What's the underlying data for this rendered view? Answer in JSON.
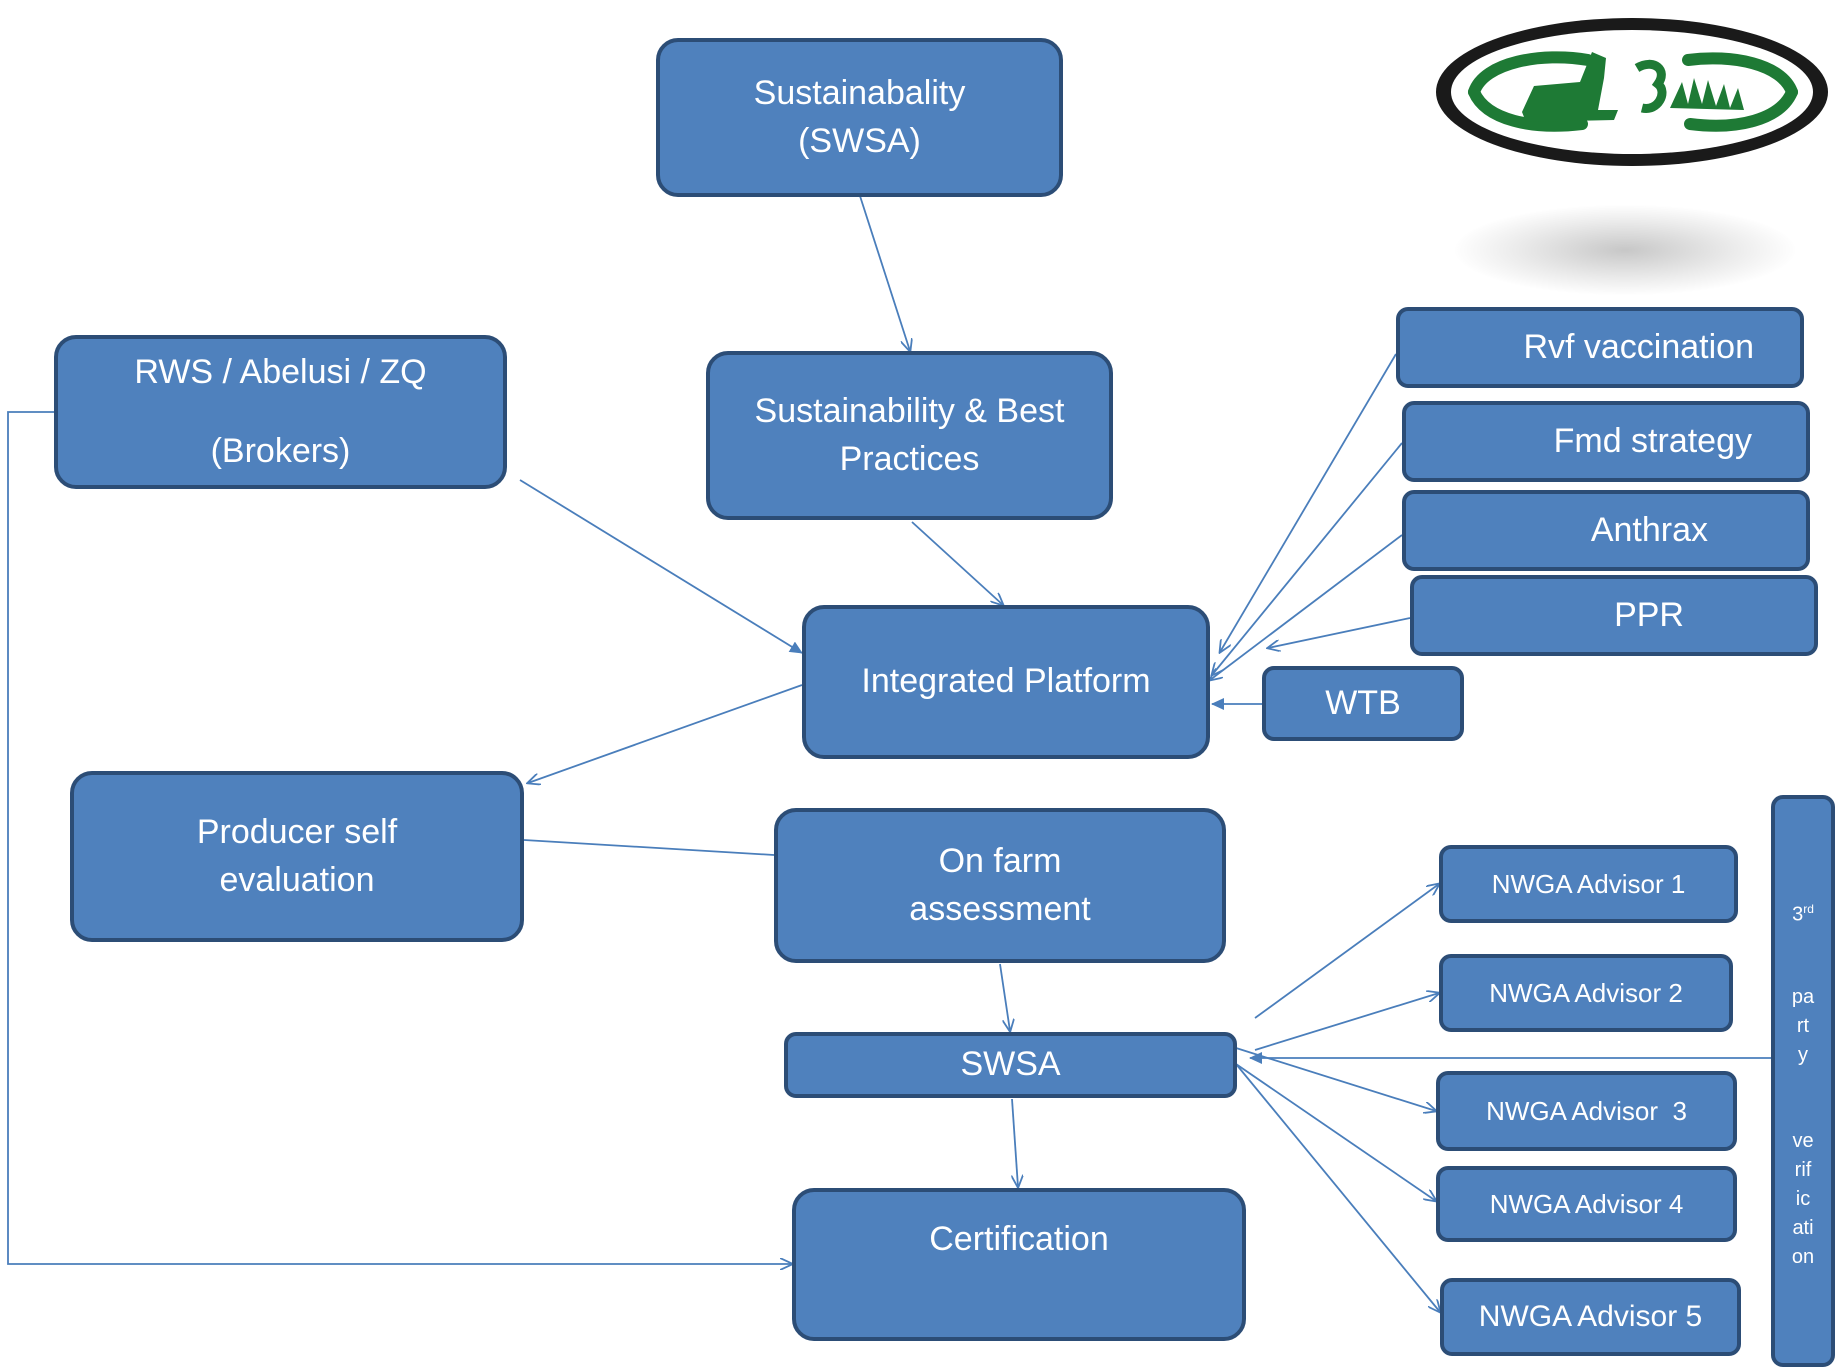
{
  "diagram": {
    "nodes": {
      "sustainability_swsa": "Sustainabality\n(SWSA)",
      "best_practices": "Sustainability & Best\nPractices",
      "brokers": "RWS / Abelusi / ZQ\n\n(Brokers)",
      "integrated_platform": "Integrated Platform",
      "rvf": "Rvf vaccination",
      "fmd": "Fmd strategy",
      "anthrax": "Anthrax",
      "ppr": "PPR",
      "wtb": "WTB",
      "producer": "Producer self\nevaluation",
      "on_farm": "On farm\nassessment",
      "swsa": "SWSA",
      "certification": "Certification",
      "advisor1": "NWGA Advisor 1",
      "advisor2": "NWGA Advisor 2",
      "advisor3": "NWGA Advisor  3",
      "advisor4": "NWGA Advisor 4",
      "advisor5": "NWGA Advisor 5"
    },
    "third_party": {
      "num": "3",
      "sup": "rd",
      "lines": [
        "pa",
        "rt",
        "y",
        "",
        "ve",
        "rif",
        "ic",
        "ati",
        "on"
      ]
    }
  },
  "colors": {
    "box_fill": "#4f81bd",
    "box_border": "#2c4d76",
    "arrow": "#4a7ebb",
    "logo_green": "#1e7a35",
    "logo_ring": "#1a1a1a"
  },
  "logo": {
    "icon": "nwga-logo-icon"
  }
}
